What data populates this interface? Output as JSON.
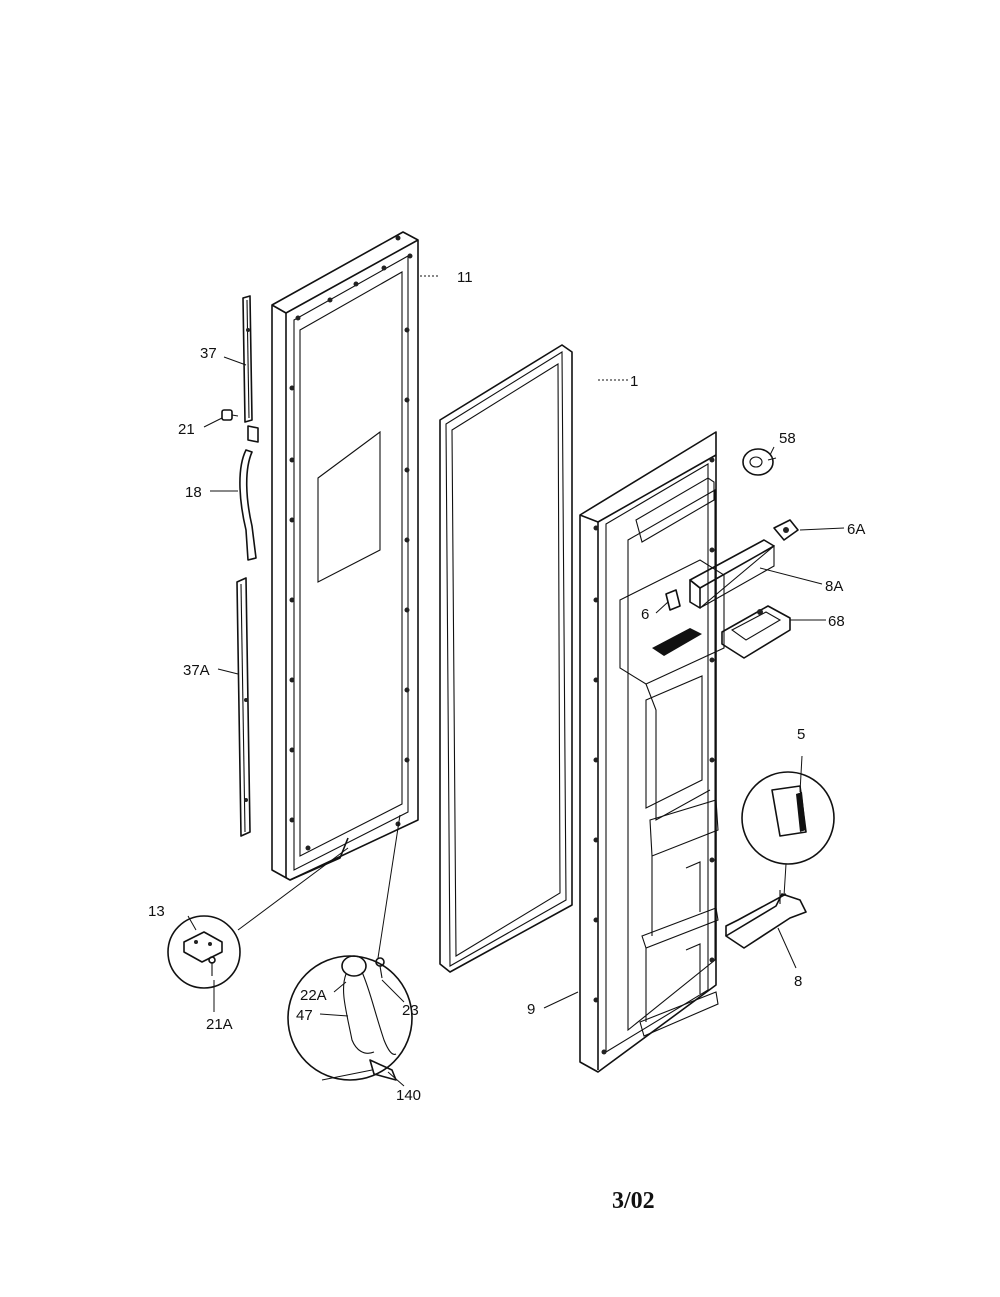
{
  "callouts": {
    "c11": "11",
    "c1": "1",
    "c37": "37",
    "c21": "21",
    "c18": "18",
    "c37A": "37A",
    "c58": "58",
    "c6A": "6A",
    "c8A": "8A",
    "c6": "6",
    "c68": "68",
    "c5": "5",
    "c8": "8",
    "c9": "9",
    "c13": "13",
    "c21A": "21A",
    "c22A": "22A",
    "c23": "23",
    "c47": "47",
    "c140": "140"
  },
  "footer": {
    "date_code": "3/02"
  }
}
